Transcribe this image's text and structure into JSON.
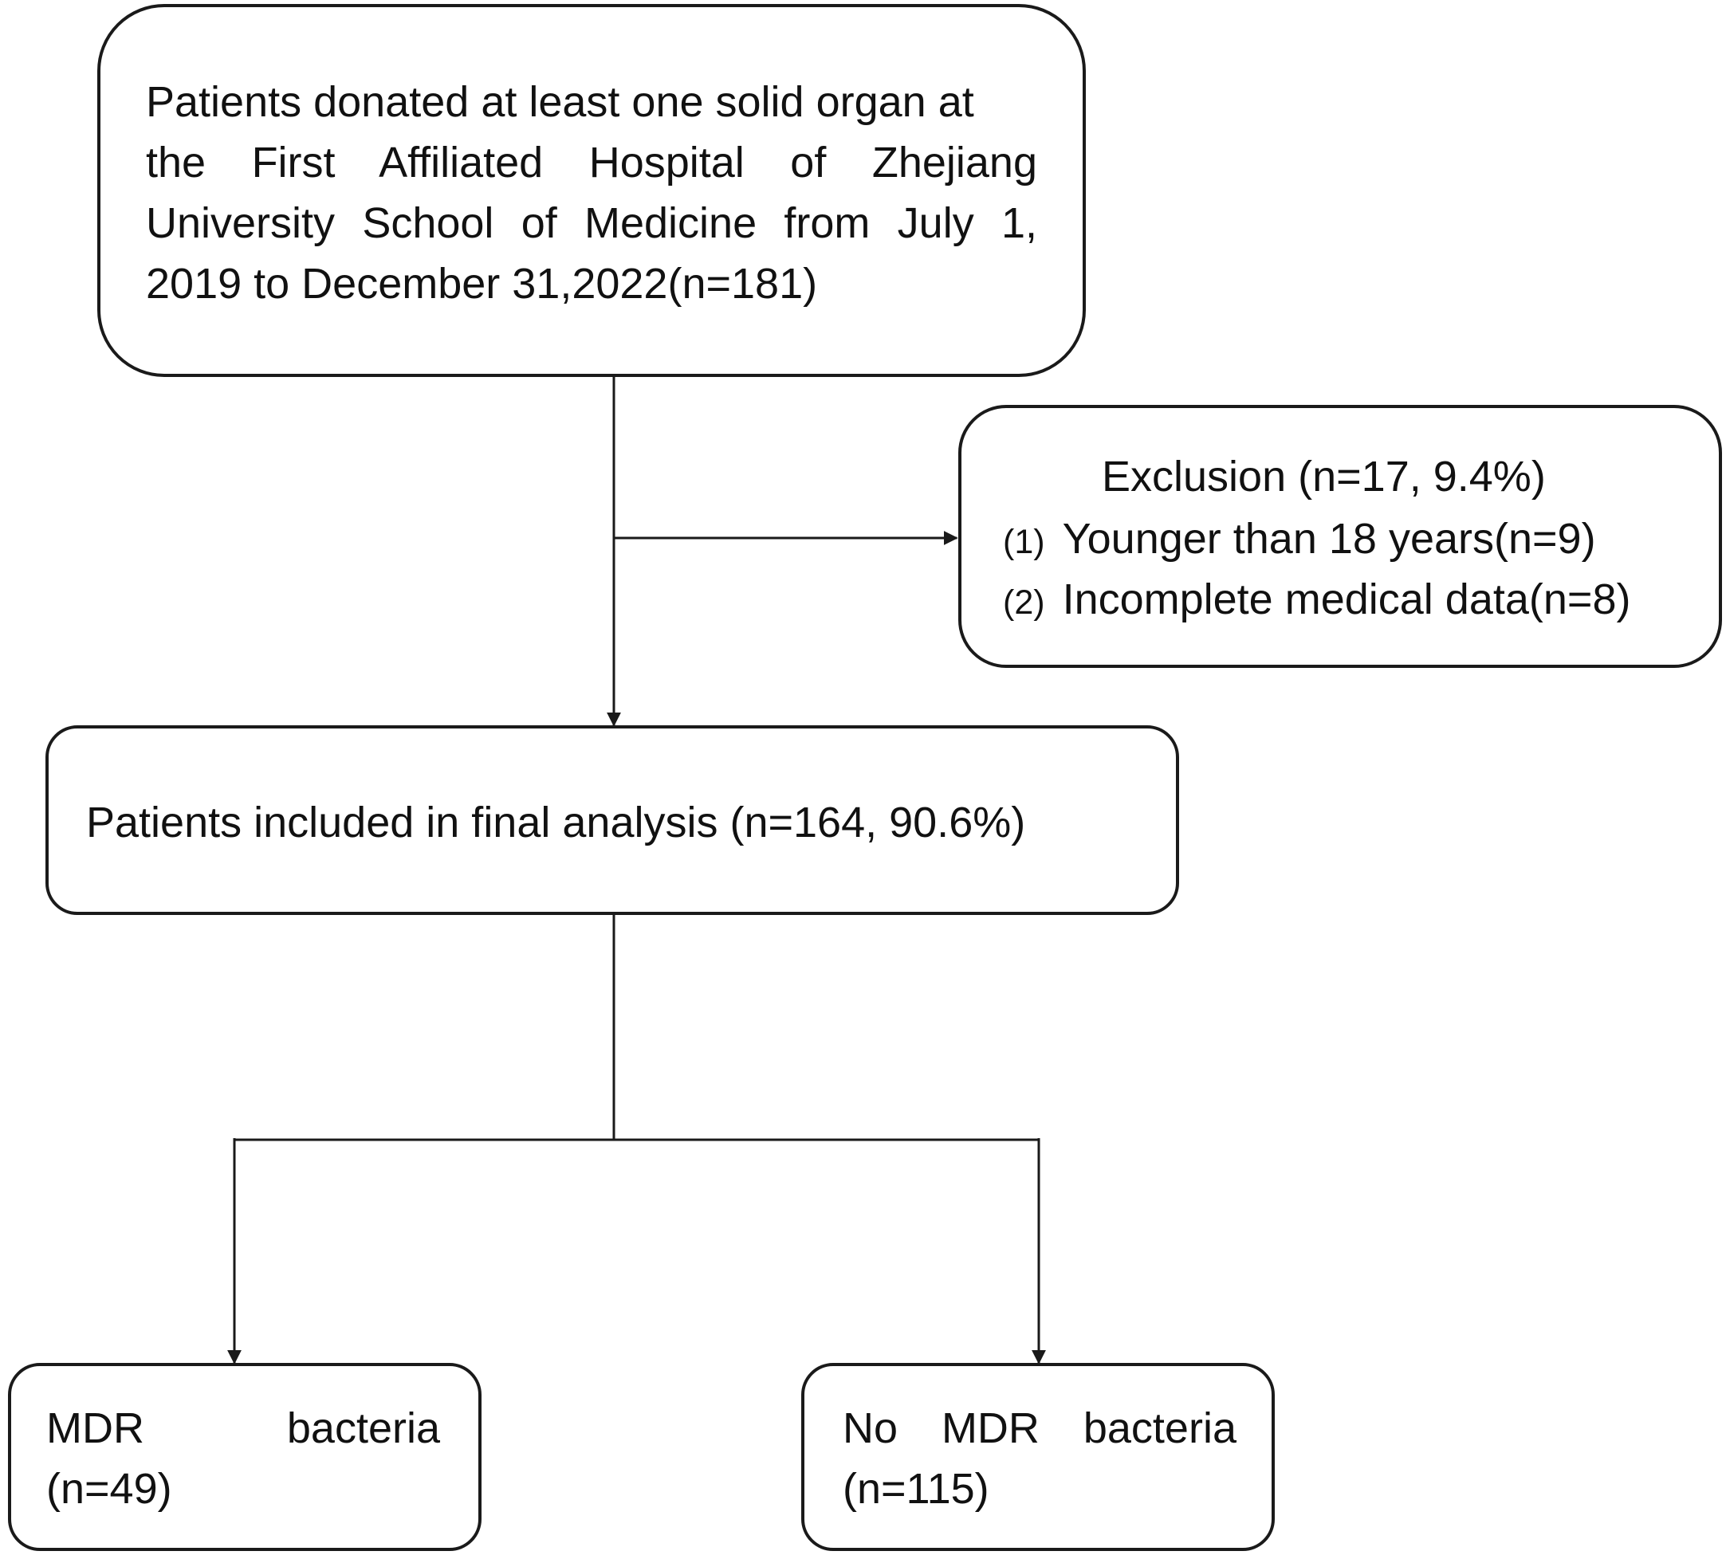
{
  "source_box": {
    "lines": [
      "Patients donated at least one solid organ at",
      "the First Affiliated Hospital of Zhejiang",
      "University School of Medicine from July 1,",
      "2019 to December 31,2022(n=181)"
    ]
  },
  "exclusion_box": {
    "title": "Exclusion (n=17, 9.4%)",
    "items": [
      {
        "num": "(1)",
        "text": "Younger than 18 years(n=9)"
      },
      {
        "num": "(2)",
        "text": "Incomplete medical data(n=8)"
      }
    ]
  },
  "included_box": {
    "text": "Patients included in final analysis (n=164, 90.6%)"
  },
  "mdr_box": {
    "word1": "MDR",
    "word2": "bacteria",
    "count": "(n=49)"
  },
  "no_mdr_box": {
    "word1": "No",
    "word2": "MDR",
    "word3": "bacteria",
    "count": "(n=115)"
  }
}
